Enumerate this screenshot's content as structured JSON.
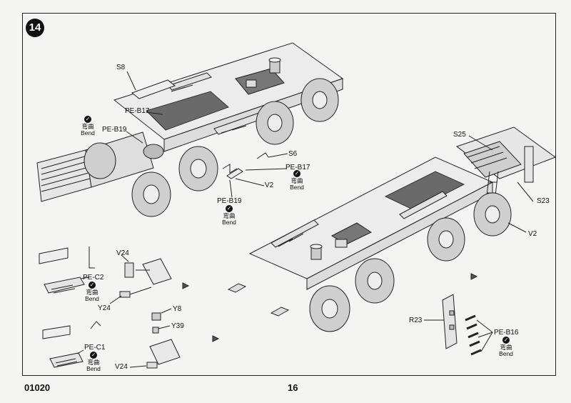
{
  "step_number": "14",
  "footer": {
    "code": "01020",
    "page": "16"
  },
  "bend_note": {
    "chinese": "弯曲",
    "english": "Bend"
  },
  "labels": {
    "s8": "S8",
    "peb17_top": "PE-B17",
    "peb19_top": "PE-B19",
    "s6": "S6",
    "peb17_mid": "PE-B17",
    "v2_left": "V2",
    "peb19_bottom": "PE-B19",
    "s25": "S25",
    "s23": "S23",
    "v2_right": "V2",
    "v24_top": "V24",
    "pec2": "PE-C2",
    "y24": "Y24",
    "y8": "Y8",
    "y39": "Y39",
    "pec1": "PE-C1",
    "v24_bottom": "V24",
    "r23": "R23",
    "peb16": "PE-B16"
  }
}
